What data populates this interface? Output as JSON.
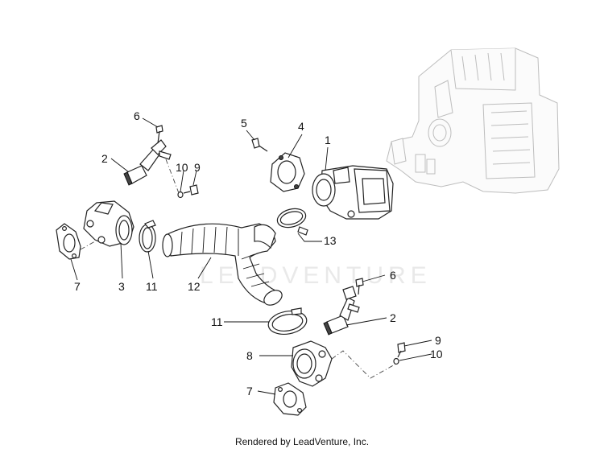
{
  "watermark": "LEADVENTURE",
  "footer": "Rendered by LeadVenture, Inc.",
  "callouts": {
    "c1": "1",
    "c2a": "2",
    "c2b": "2",
    "c3": "3",
    "c4": "4",
    "c5": "5",
    "c6a": "6",
    "c6b": "6",
    "c7a": "7",
    "c7b": "7",
    "c8": "8",
    "c9a": "9",
    "c9b": "9",
    "c10a": "10",
    "c10b": "10",
    "c11a": "11",
    "c11b": "11",
    "c12": "12",
    "c13": "13"
  }
}
